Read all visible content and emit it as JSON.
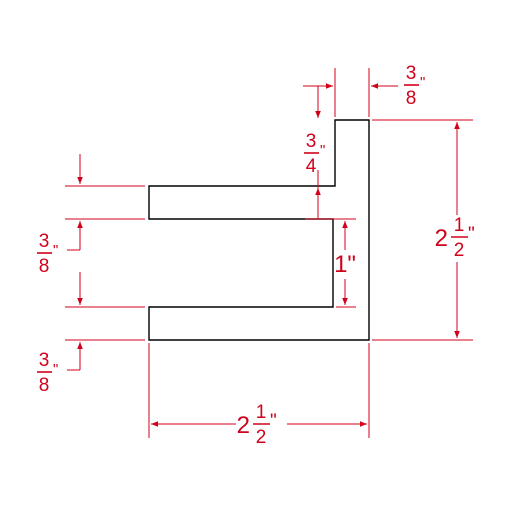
{
  "colors": {
    "profile": "#000000",
    "dimension": "#d0021b"
  },
  "dimensions": {
    "top_width": {
      "num": "3",
      "den": "8",
      "mark": "\""
    },
    "top_height": {
      "num": "3",
      "den": "4",
      "mark": "\""
    },
    "total_height": {
      "whole": "2",
      "num": "1",
      "den": "2",
      "mark": "\""
    },
    "slot_height": {
      "text": "1\""
    },
    "upper_flange": {
      "num": "3",
      "den": "8",
      "mark": "\""
    },
    "lower_flange": {
      "num": "3",
      "den": "8",
      "mark": "\""
    },
    "total_width": {
      "whole": "2",
      "num": "1",
      "den": "2",
      "mark": "\""
    }
  }
}
